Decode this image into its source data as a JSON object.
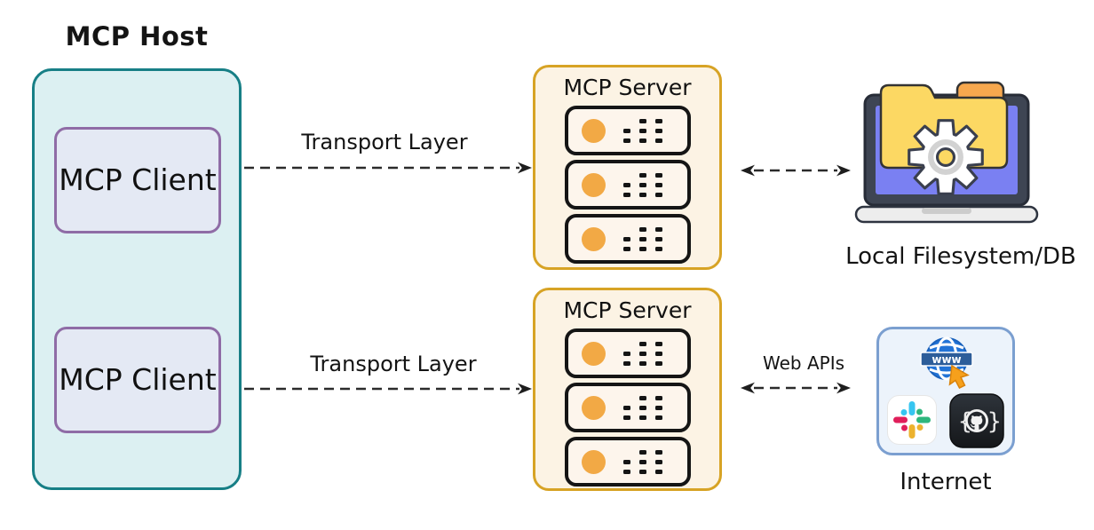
{
  "host": {
    "label": "MCP Host",
    "clients": [
      {
        "label": "MCP Client"
      },
      {
        "label": "MCP Client"
      }
    ]
  },
  "servers": [
    {
      "label": "MCP Server",
      "units": 3
    },
    {
      "label": "MCP Server",
      "units": 3
    }
  ],
  "connections": {
    "transport_top": {
      "label": "Transport Layer",
      "direction": "right"
    },
    "transport_bottom": {
      "label": "Transport Layer",
      "direction": "right"
    },
    "filesystem_link": {
      "label": "",
      "direction": "both"
    },
    "web_apis": {
      "label": "Web APIs",
      "direction": "both"
    }
  },
  "endpoints": {
    "filesystem": {
      "label": "Local Filesystem/DB",
      "icon": "laptop-folder-gear-icon"
    },
    "internet": {
      "label": "Internet",
      "globe_text": "www",
      "icons": [
        "globe-www-icon",
        "slack-icon",
        "github-icon"
      ]
    }
  },
  "colors": {
    "host_fill": "#dcf0f2",
    "host_border": "#177f86",
    "client_fill": "#e4e9f4",
    "client_border": "#8f6ca6",
    "server_fill": "#fcf3e4",
    "server_border": "#d7a325",
    "server_led": "#f2a945",
    "internet_fill": "#ecf3fb",
    "internet_border": "#7b9fd0",
    "folder_yellow": "#fcd863",
    "folder_tab_orange": "#f7a84e",
    "laptop_screen": "#7a80f2",
    "laptop_frame": "#3e4553",
    "globe_blue": "#2273d6",
    "cursor_orange": "#f6a01c",
    "slack_blue": "#36C5F0",
    "slack_green": "#2EB67D",
    "slack_yellow": "#ECB22E",
    "slack_red": "#E01E5A",
    "github_dark": "#22262b",
    "arrow": "#2b2b2b",
    "text": "#141414"
  }
}
